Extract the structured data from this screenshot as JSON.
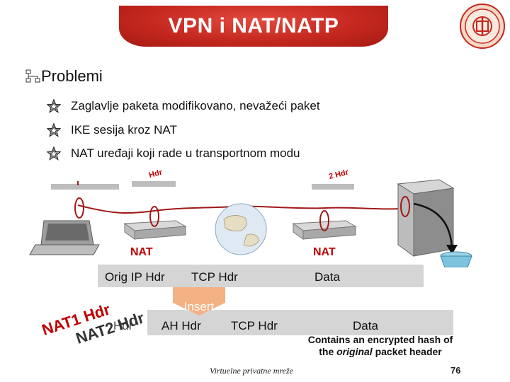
{
  "slide": {
    "title": "VPN i NAT/NATP",
    "section": "Problemi",
    "bullets": [
      "Zaglavlje paketa modifikovano, nevažeći paket",
      "IKE sesija kroz NAT",
      "NAT uređaji koji rade u transportnom modu"
    ],
    "footer": "Virtuelne privatne mreže",
    "page_number": "76"
  },
  "diagram": {
    "nat_left": "NAT",
    "nat_right": "NAT",
    "tag_left": "Hdr",
    "tag_right": "2 Hdr",
    "original_packet": {
      "ip_hdr": "Orig IP Hdr",
      "tcp_hdr": "TCP Hdr",
      "data": "Data"
    },
    "new_packet": {
      "insert_label": "Insert",
      "ah_hdr": "AH Hdr",
      "tcp_hdr": "TCP Hdr",
      "data": "Data",
      "nat1_hdr": "NAT1 Hdr",
      "nat2_hdr": "NAT2 Hdr",
      "hidden_hdr": "Hdr"
    },
    "note_line1": "Contains an encrypted hash of",
    "note_line2_pre": "the ",
    "note_line2_em": "original",
    "note_line2_post": " packet header"
  },
  "colors": {
    "title_red": "#c5281f",
    "packet_gray": "#d5d5d5",
    "insert_orange": "#f4b183",
    "nat_red": "#c00000",
    "wire_red": "#a01818"
  },
  "icons": [
    "crest-icon",
    "network-icon",
    "star-bullet-icon",
    "laptop-icon",
    "router-icon",
    "globe-icon",
    "server-icon",
    "trash-icon"
  ]
}
